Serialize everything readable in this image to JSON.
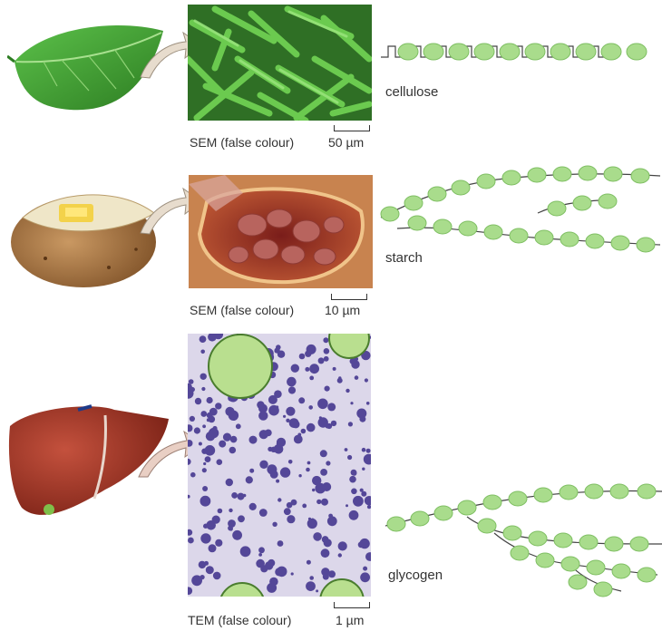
{
  "rows": [
    {
      "id": "cellulose",
      "source_icon": "leaf-icon",
      "caption": "SEM (false colour)",
      "scale": "50 µm",
      "polymer_label": "cellulose"
    },
    {
      "id": "starch",
      "source_icon": "potato-icon",
      "caption": "SEM (false colour)",
      "scale": "10 µm",
      "polymer_label": "starch"
    },
    {
      "id": "glycogen",
      "source_icon": "liver-icon",
      "caption": "TEM (false colour)",
      "scale": "1 µm",
      "polymer_label": "glycogen"
    }
  ],
  "colors": {
    "glucose_unit": "#a9dc8c",
    "glucose_outline": "#7fbf63",
    "bond_line": "#444444",
    "leaf": "#3f9a2c",
    "potato_skin": "#8a5a2b",
    "liver": "#9b3526",
    "arrow_fill": "#e7dccd"
  }
}
